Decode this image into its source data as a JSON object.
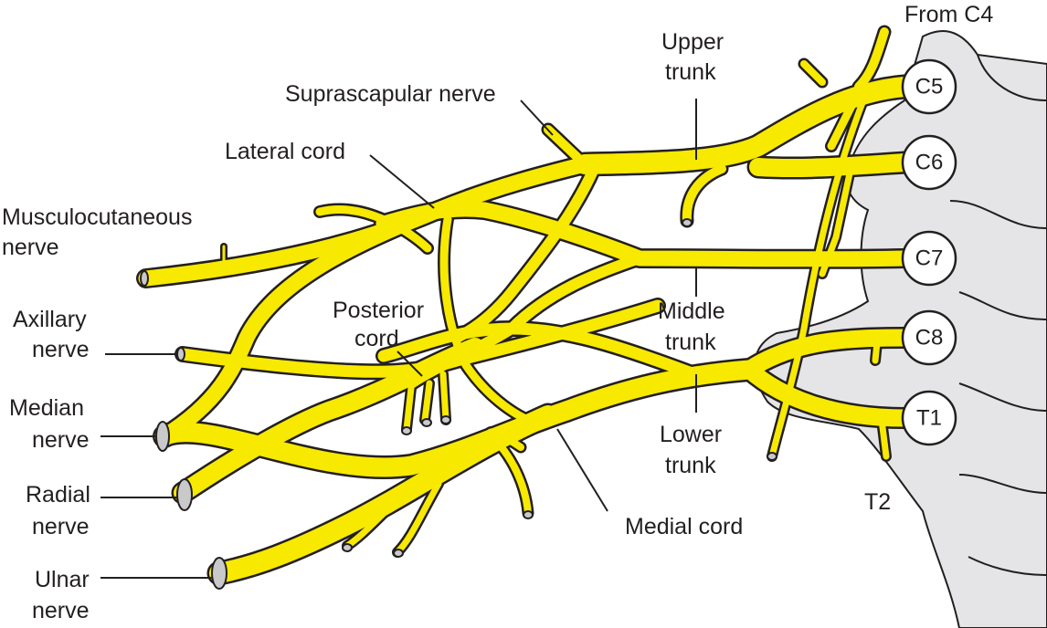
{
  "title": "Brachial plexus",
  "colors": {
    "nerve": "#f7e900",
    "bone": "#e5e5e7",
    "outline": "#231f20"
  },
  "roots": [
    {
      "id": "c5",
      "label": "C5"
    },
    {
      "id": "c6",
      "label": "C6"
    },
    {
      "id": "c7",
      "label": "C7"
    },
    {
      "id": "c8",
      "label": "C8"
    },
    {
      "id": "t1",
      "label": "T1"
    }
  ],
  "labels": {
    "from_c4": "From  C4",
    "upper_trunk_1": "Upper",
    "upper_trunk_2": "trunk",
    "suprascapular": "Suprascapular nerve",
    "lateral_cord": "Lateral cord",
    "musculocutaneous_1": "Musculocutaneous",
    "musculocutaneous_2": "nerve",
    "axillary_1": "Axillary",
    "axillary_2": "nerve",
    "posterior_cord_1": "Posterior",
    "posterior_cord_2": "cord",
    "middle_trunk_1": "Middle",
    "middle_trunk_2": "trunk",
    "median_1": "Median",
    "median_2": "nerve",
    "lower_trunk_1": "Lower",
    "lower_trunk_2": "trunk",
    "radial_1": "Radial",
    "radial_2": "nerve",
    "medial_cord": "Medial cord",
    "ulnar_1": "Ulnar",
    "ulnar_2": "nerve",
    "t2": "T2"
  }
}
